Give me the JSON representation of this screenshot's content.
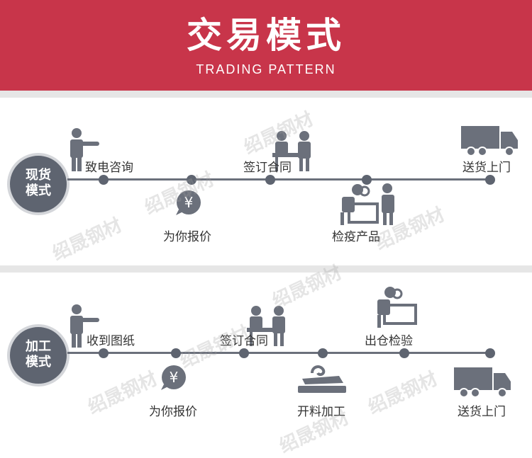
{
  "header": {
    "title": "交易模式",
    "subtitle": "TRADING PATTERN"
  },
  "watermark": "绍晟钢材",
  "spot": {
    "badge_line1": "现货",
    "badge_line2": "模式",
    "steps": [
      "致电咨询",
      "为你报价",
      "签订合同",
      "检疫产品",
      "送货上门"
    ]
  },
  "process": {
    "badge_line1": "加工",
    "badge_line2": "模式",
    "steps": [
      "收到图纸",
      "为你报价",
      "签订合同",
      "开料加工",
      "出仓检验",
      "送货上门"
    ]
  },
  "colors": {
    "header": "#c8354a",
    "node": "#5e6470",
    "icon": "#6b707b"
  }
}
